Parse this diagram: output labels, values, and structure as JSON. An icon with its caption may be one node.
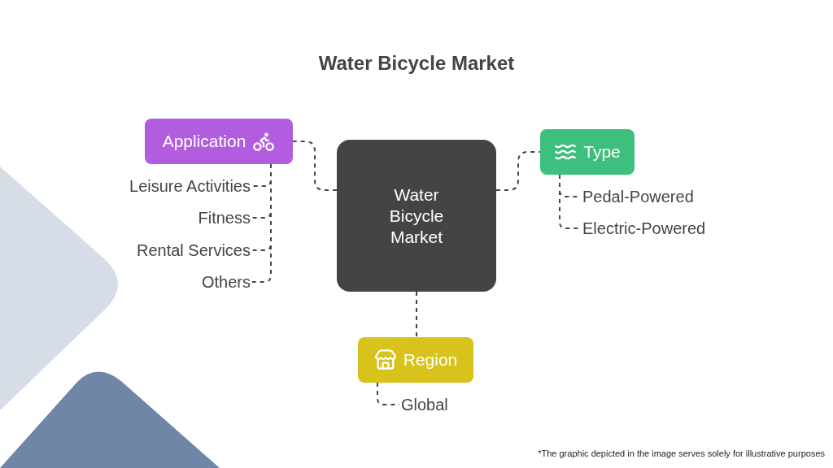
{
  "diagram": {
    "title": "Water Bicycle Market",
    "nodes": [
      {
        "text": [
          "Water Bicycle Market"
        ]
      },
      {
        "text": [
          "Application"
        ]
      },
      {
        "text": [
          "Leisure Activities"
        ]
      },
      {
        "text": [
          "Fitness"
        ]
      },
      {
        "text": [
          "Rental Services"
        ]
      },
      {
        "text": [
          "Others"
        ]
      },
      {
        "text": [
          "Type"
        ]
      },
      {
        "text": [
          "Pedal-Powered"
        ]
      },
      {
        "text": [
          "Electric-Powered"
        ]
      },
      {
        "text": [
          "Region"
        ]
      },
      {
        "text": [
          "Global"
        ]
      }
    ],
    "edges": [
      {
        "from": 0,
        "to": 1,
        "arrow": "none",
        "style": "dashed"
      },
      {
        "from": 1,
        "to": 2,
        "arrow": "none",
        "style": "dashed"
      },
      {
        "from": 1,
        "to": 3,
        "arrow": "none",
        "style": "dashed"
      },
      {
        "from": 1,
        "to": 4,
        "arrow": "none",
        "style": "dashed"
      },
      {
        "from": 1,
        "to": 5,
        "arrow": "none",
        "style": "dashed"
      },
      {
        "from": 0,
        "to": 6,
        "arrow": "none",
        "style": "dashed"
      },
      {
        "from": 6,
        "to": 7,
        "arrow": "none",
        "style": "dashed"
      },
      {
        "from": 6,
        "to": 8,
        "arrow": "none",
        "style": "dashed"
      },
      {
        "from": 0,
        "to": 9,
        "arrow": "none",
        "style": "dashed"
      },
      {
        "from": 9,
        "to": 10,
        "arrow": "none",
        "style": "dashed"
      }
    ],
    "labels": [
      "*The graphic depicted in the image serves solely for illustrative purposes"
    ]
  }
}
